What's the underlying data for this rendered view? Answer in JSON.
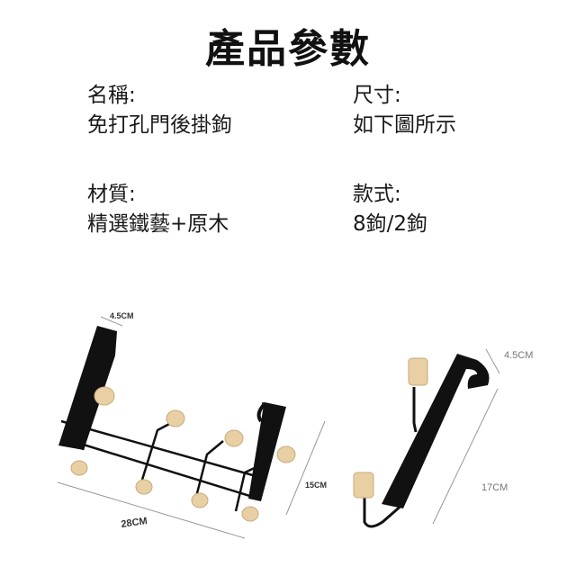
{
  "title": "產品參數",
  "specs": [
    {
      "label": "名稱:",
      "value": "免打孔門後掛鉤"
    },
    {
      "label": "尺寸:",
      "value": "如下圖所示"
    },
    {
      "label": "材質:",
      "value": "精選鐵藝+原木"
    },
    {
      "label": "款式:",
      "value": "8鉤/2鉤"
    }
  ],
  "left_product": {
    "depth": "4.5CM",
    "width": "28CM",
    "height": "15CM"
  },
  "right_product": {
    "depth": "4.5CM",
    "height": "17CM"
  },
  "colors": {
    "metal": "#111111",
    "wood": "#e8cfa4",
    "dimension_line": "#888888"
  }
}
